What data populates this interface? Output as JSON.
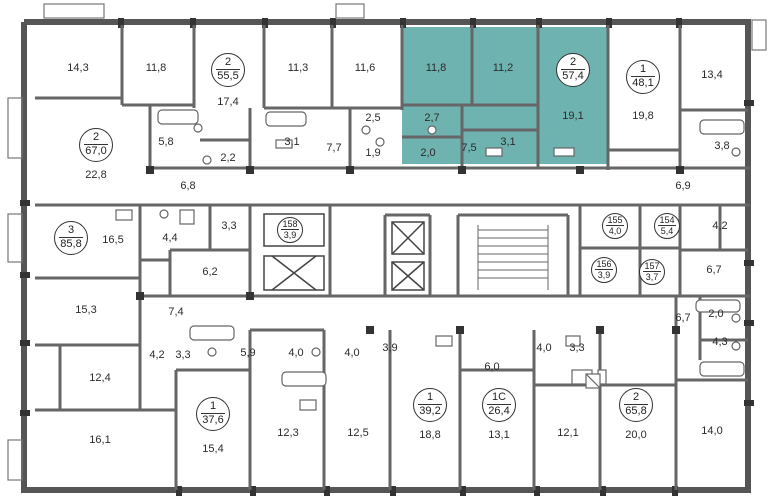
{
  "highlight_color": "#6fb3b1",
  "badges": {
    "b_55_5": {
      "t": "2",
      "b": "55,5"
    },
    "b_57_4": {
      "t": "2",
      "b": "57,4"
    },
    "b_48_1": {
      "t": "1",
      "b": "48,1"
    },
    "b_67_0": {
      "t": "2",
      "b": "67,0"
    },
    "b_85_8": {
      "t": "3",
      "b": "85,8"
    },
    "b_158": {
      "t": "158",
      "b": "3,9"
    },
    "b_155": {
      "t": "155",
      "b": "4,0"
    },
    "b_154": {
      "t": "154",
      "b": "5,4"
    },
    "b_156": {
      "t": "156",
      "b": "3,9"
    },
    "b_157": {
      "t": "157",
      "b": "3,7"
    },
    "b_37_6": {
      "t": "1",
      "b": "37,6"
    },
    "b_39_2": {
      "t": "1",
      "b": "39,2"
    },
    "b_26_4": {
      "t": "1C",
      "b": "26,4"
    },
    "b_65_8": {
      "t": "2",
      "b": "65,8"
    }
  },
  "rooms": {
    "r1": "14,3",
    "r2": "11,8",
    "r3": "17,4",
    "r4": "11,3",
    "r5": "11,6",
    "r6": "11,8",
    "r7": "11,2",
    "r8": "19,1",
    "r9": "19,8",
    "r10": "13,4",
    "r11": "22,8",
    "r12": "5,8",
    "r13": "2,2",
    "r14": "6,8",
    "r15": "3,1",
    "r16": "7,7",
    "r17": "2,5",
    "r18": "1,9",
    "r19": "2,7",
    "r20": "2,0",
    "r21": "7,5",
    "r22": "3,1",
    "r23": "3,8",
    "r24": "6,9",
    "r25": "4,2",
    "r26": "16,5",
    "r27": "4,4",
    "r28": "3,3",
    "r29": "6,2",
    "r30": "6,7",
    "r31": "15,3",
    "r32": "7,4",
    "r33": "6,7",
    "r34": "2,0",
    "r35": "4,3",
    "r36": "12,4",
    "r37": "4,2",
    "r38": "3,3",
    "r39": "5,9",
    "r40": "4,0",
    "r41": "4,0",
    "r42": "3,9",
    "r43": "6,0",
    "r44": "4,0",
    "r45": "3,3",
    "r46": "16,1",
    "r47": "15,4",
    "r48": "12,3",
    "r49": "12,5",
    "r50": "18,8",
    "r51": "13,1",
    "r52": "12,1",
    "r53": "20,0",
    "r54": "14,0"
  }
}
